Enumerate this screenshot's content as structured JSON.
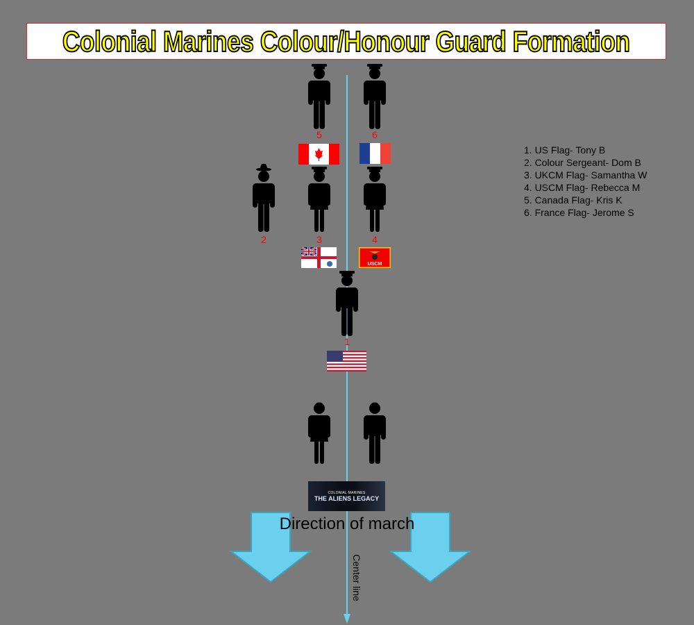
{
  "title": "Colonial Marines Colour/Honour Guard Formation",
  "positions": {
    "p1": "1",
    "p2": "2",
    "p3": "3",
    "p4": "4",
    "p5": "5",
    "p6": "6"
  },
  "legend": [
    "1. US Flag- Tony B",
    "2. Colour Sergeant- Dom B",
    "3. UKCM Flag- Samantha W",
    "4. USCM Flag- Rebecca M",
    "5. Canada Flag- Kris K",
    "6. France Flag- Jerome S"
  ],
  "uscm_flag_text": "USCM",
  "banner": {
    "line1": "COLONIAL MARINES",
    "line2": "THE ALIENS LEGACY"
  },
  "direction_label": "Direction of march",
  "center_line_label": "Center line",
  "colors": {
    "background": "#7b7b7b",
    "arrow": "#6ad0ee",
    "center_line": "#6ad0ee",
    "number": "#ff0000",
    "title_fill": "#ffff00"
  }
}
